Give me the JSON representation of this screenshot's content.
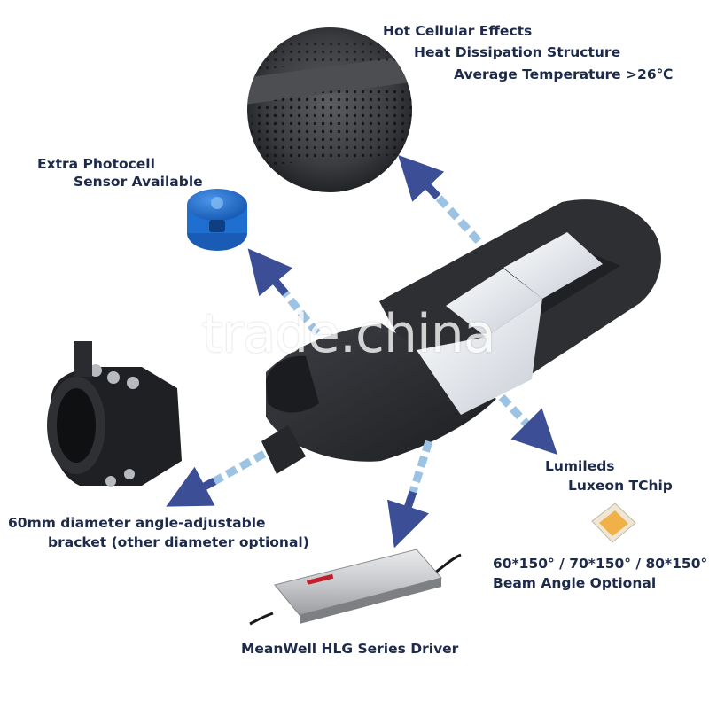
{
  "labels": {
    "cellular": [
      "Hot Cellular Effects",
      "Heat Dissipation Structure",
      "Average Temperature >26℃"
    ],
    "photocell": [
      "Extra Photocell",
      "Sensor Available"
    ],
    "bracket": [
      "60mm diameter angle-adjustable",
      "bracket (other diameter optional)"
    ],
    "chip": [
      "Lumileds",
      "Luxeon TChip"
    ],
    "beam": [
      "60*150° / 70*150° / 80*150°",
      "Beam Angle Optional"
    ],
    "driver": "MeanWell HLG Series Driver"
  },
  "watermark": "trade.china",
  "colors": {
    "label_text": "#1d2a4a",
    "arrow_head": "#3c4f96",
    "arrow_dash": "#9cc3e3",
    "lamp_body": "#2b2d31",
    "photocell_blue": "#1e6fd0",
    "led_chip": "#f0b248"
  }
}
